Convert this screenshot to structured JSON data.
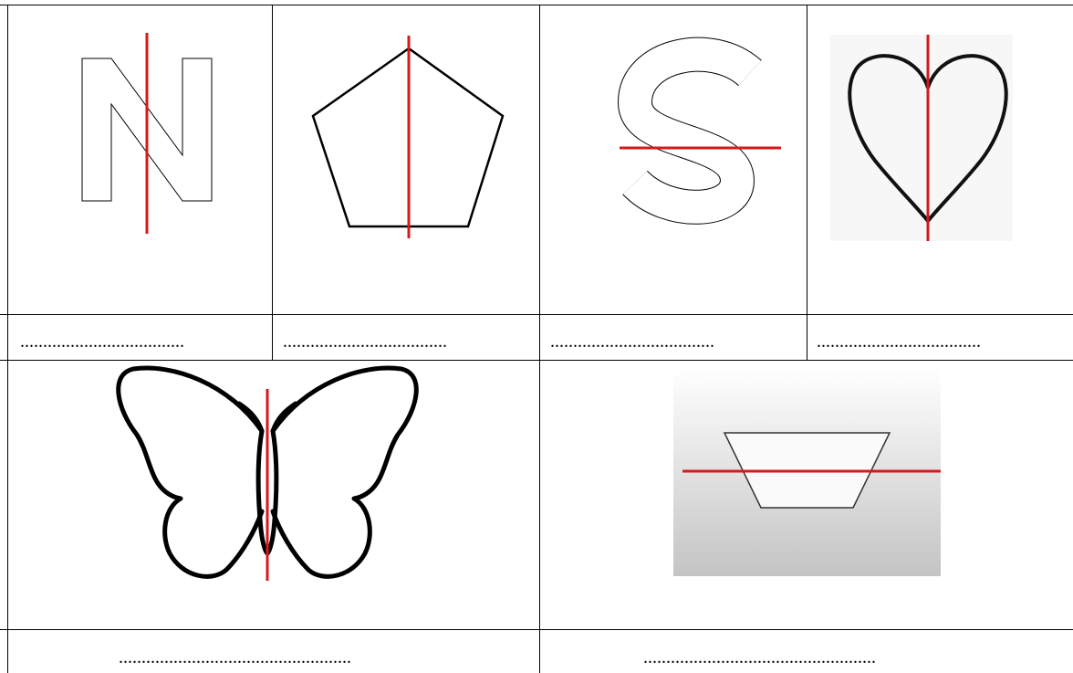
{
  "worksheet": {
    "answer_line_small": "....................................",
    "answer_line_wide": "...................................................",
    "figures": [
      {
        "name": "letter-n",
        "axis": "vertical"
      },
      {
        "name": "pentagon",
        "axis": "vertical"
      },
      {
        "name": "letter-s",
        "axis": "horizontal"
      },
      {
        "name": "heart",
        "axis": "vertical"
      },
      {
        "name": "butterfly",
        "axis": "vertical"
      },
      {
        "name": "trapezoid",
        "axis": "horizontal"
      }
    ],
    "colors": {
      "axis_line": "#d7191c",
      "grid": "#000000"
    }
  }
}
